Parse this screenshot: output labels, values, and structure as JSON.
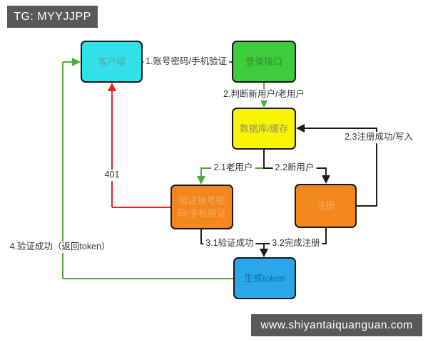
{
  "header": {
    "tag": "TG: MYYJJPP"
  },
  "footer": {
    "url": "www.shiyantaiquanguan.com"
  },
  "nodes": {
    "client": {
      "label": "客户端"
    },
    "login": {
      "label": "登录接口"
    },
    "database": {
      "label": "数据库/缓存"
    },
    "verify": {
      "label": "验证账号密码/手机验证"
    },
    "register": {
      "label": "注册"
    },
    "token": {
      "label": "生成token"
    }
  },
  "edges": {
    "e1": {
      "label": "1.账号密码/手机验证",
      "from": "客户端",
      "to": "登录接口"
    },
    "e2": {
      "label": "2.判断新用户/老用户",
      "from": "登录接口",
      "to": "数据库/缓存"
    },
    "e21": {
      "label": "2.1老用户",
      "from": "数据库/缓存",
      "to": "验证账号密码/手机验证"
    },
    "e22": {
      "label": "2.2新用户",
      "from": "数据库/缓存",
      "to": "注册"
    },
    "e23": {
      "label": "2.3注册成功/写入",
      "from": "注册",
      "to": "数据库/缓存"
    },
    "e31": {
      "label": "3.1验证成功",
      "from": "验证账号密码/手机验证",
      "to": "生成token"
    },
    "e32": {
      "label": "3.2完成注册",
      "from": "注册",
      "to": "生成token"
    },
    "e4": {
      "label": "4.验证成功（返回token）",
      "from": "生成token",
      "to": "客户端"
    },
    "e401": {
      "label": "401",
      "from": "验证账号密码/手机验证",
      "to": "客户端"
    }
  },
  "colors": {
    "node_client": "#2fe2e8",
    "node_login": "#3ecb3c",
    "node_database": "#f9f406",
    "node_orange": "#f2871d",
    "node_token": "#29a7e9",
    "line_black": "#1d1d1d",
    "line_green": "#53a83a",
    "line_red": "#e02525",
    "bar_gray": "#59595b"
  }
}
